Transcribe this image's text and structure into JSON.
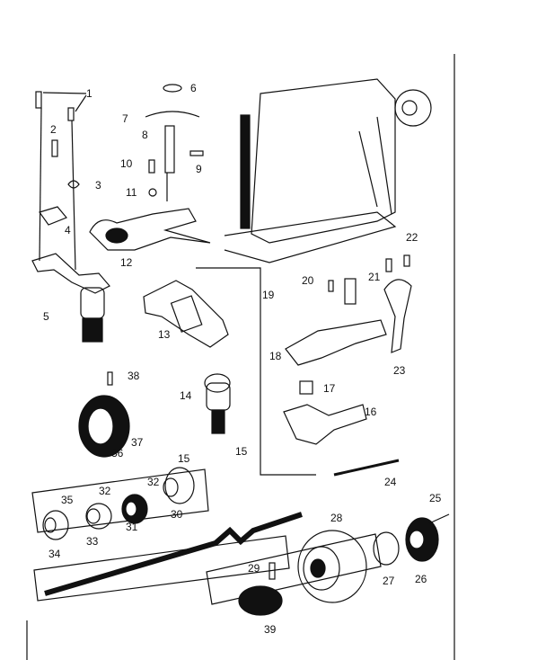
{
  "diagram": {
    "type": "exploded-parts-view",
    "ink_color": "#111111",
    "paper_color": "#ffffff",
    "callouts": [
      "1",
      "2",
      "3",
      "4",
      "5",
      "6",
      "7",
      "8",
      "9",
      "10",
      "11",
      "12",
      "13",
      "14",
      "15",
      "15",
      "16",
      "17",
      "18",
      "19",
      "20",
      "21",
      "22",
      "23",
      "24",
      "25",
      "26",
      "27",
      "28",
      "29",
      "30",
      "31",
      "32",
      "32",
      "33",
      "34",
      "35",
      "36",
      "37",
      "38",
      "39"
    ]
  }
}
